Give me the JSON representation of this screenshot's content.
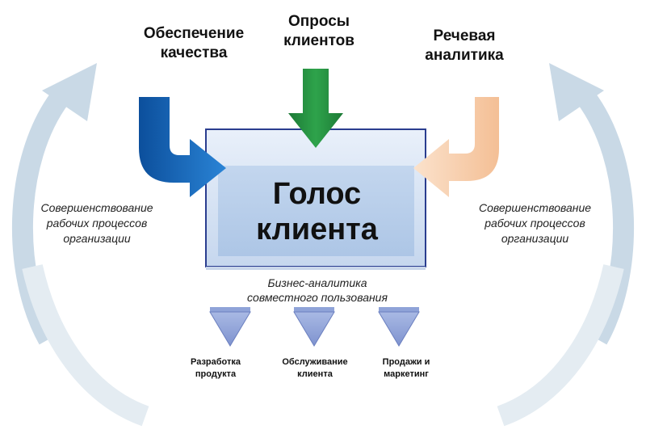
{
  "title": "Голос клиента",
  "inputs": [
    {
      "label": "Обеспечение качества",
      "color": "#1a6fc4"
    },
    {
      "label": "Опросы клиентов",
      "color": "#1e8a3a"
    },
    {
      "label": "Речевая аналитика",
      "color": "#f5c6a0"
    }
  ],
  "cycle": {
    "left_label": "Совершенствование рабочих процессов организации",
    "right_label": "Совершенствование рабочих процессов организации",
    "color": "#b8cfe0"
  },
  "center": {
    "title": "Голос клиента",
    "fill": "#b9d0ea",
    "border": "#2a3d8f"
  },
  "bi_label": "Бизнес-аналитика совместного пользования",
  "outputs": [
    {
      "label": "Разработка продукта"
    },
    {
      "label": "Обслуживание клиента"
    },
    {
      "label": "Продажи и маркетинг"
    }
  ],
  "output_color": "#8fa3d8"
}
